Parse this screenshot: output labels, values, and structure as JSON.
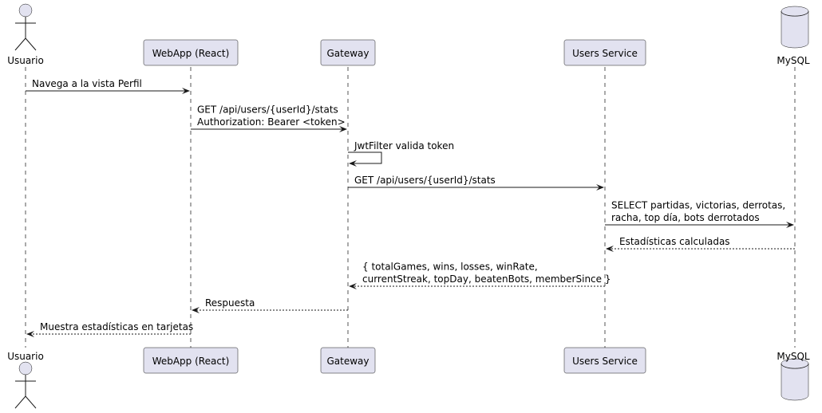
{
  "participants": [
    {
      "id": "usuario",
      "label": "Usuario",
      "kind": "actor"
    },
    {
      "id": "webapp",
      "label": "WebApp (React)",
      "kind": "participant"
    },
    {
      "id": "gateway",
      "label": "Gateway",
      "kind": "participant"
    },
    {
      "id": "users",
      "label": "Users Service",
      "kind": "participant"
    },
    {
      "id": "mysql",
      "label": "MySQL",
      "kind": "database"
    }
  ],
  "messages": [
    {
      "from": "usuario",
      "to": "webapp",
      "style": "solid",
      "lines": [
        "Navega a la vista Perfil"
      ]
    },
    {
      "from": "webapp",
      "to": "gateway",
      "style": "solid",
      "lines": [
        "GET /api/users/{userId}/stats",
        "Authorization: Bearer <token>"
      ]
    },
    {
      "from": "gateway",
      "to": "gateway",
      "style": "solid",
      "lines": [
        "JwtFilter valida token"
      ]
    },
    {
      "from": "gateway",
      "to": "users",
      "style": "solid",
      "lines": [
        "GET /api/users/{userId}/stats"
      ]
    },
    {
      "from": "users",
      "to": "mysql",
      "style": "solid",
      "lines": [
        "SELECT partidas, victorias, derrotas,",
        " racha, top día, bots derrotados"
      ]
    },
    {
      "from": "mysql",
      "to": "users",
      "style": "dashed",
      "lines": [
        "Estadísticas calculadas"
      ]
    },
    {
      "from": "users",
      "to": "gateway",
      "style": "dashed",
      "lines": [
        "{ totalGames, wins, losses, winRate,",
        " currentStreak, topDay, beatenBots, memberSince }"
      ]
    },
    {
      "from": "gateway",
      "to": "webapp",
      "style": "dashed",
      "lines": [
        "Respuesta"
      ]
    },
    {
      "from": "webapp",
      "to": "usuario",
      "style": "dashed",
      "lines": [
        "Muestra estadísticas en tarjetas"
      ]
    }
  ]
}
